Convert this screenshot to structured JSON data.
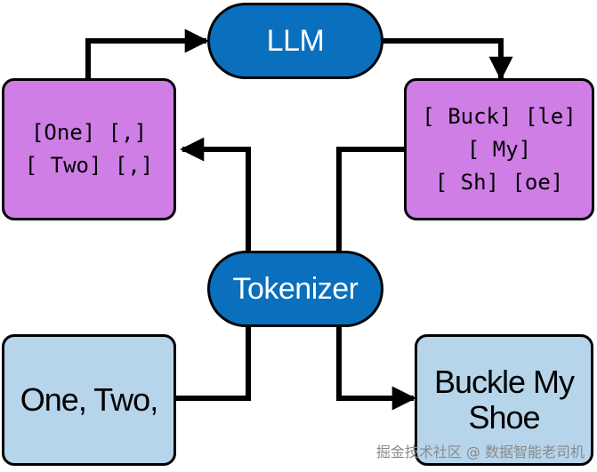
{
  "nodes": {
    "llm": {
      "label": "LLM"
    },
    "tokenizer": {
      "label": "Tokenizer"
    },
    "input_text": {
      "label": "One, Two,"
    },
    "output_text": {
      "lines": [
        "Buckle My",
        "Shoe"
      ]
    },
    "input_tokens": {
      "lines": [
        "[One] [,]",
        "[ Two] [,]"
      ]
    },
    "output_tokens": {
      "lines": [
        "[ Buck] [le]",
        "[ My]",
        "[ Sh] [oe]"
      ]
    }
  },
  "colors": {
    "pill_fill": "#0a6fbd",
    "token_box_fill": "#cf7ee6",
    "text_box_fill": "#b6d4ea",
    "stroke": "#000000"
  },
  "watermark": "掘金技术社区 @ 数据智能老司机"
}
